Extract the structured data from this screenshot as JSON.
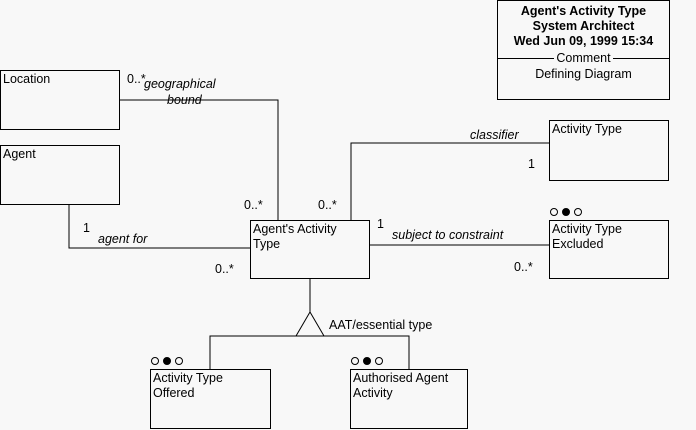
{
  "title_block": {
    "title": "Agent's Activity Type",
    "author": "System Architect",
    "date": "Wed Jun 09, 1999  15:34",
    "comment_label": "Comment",
    "comment": "Defining Diagram"
  },
  "entities": {
    "location": "Location",
    "agent": "Agent",
    "agents_activity_type_l1": "Agent's Activity",
    "agents_activity_type_l2": "Type",
    "activity_type": "Activity Type",
    "excluded_l1": "Activity Type",
    "excluded_l2": "Excluded",
    "offered_l1": "Activity Type",
    "offered_l2": "Offered",
    "authorised_l1": "Authorised Agent",
    "authorised_l2": "Activity"
  },
  "relationships": {
    "geographical_bound_l1": "geographical",
    "geographical_bound_l2": "bound",
    "agent_for": "agent for",
    "classifier": "classifier",
    "subject_to_constraint": "subject to constraint",
    "subtype": "AAT/essential type"
  },
  "cardinalities": {
    "location_end": "0..*",
    "aat_location_end": "0..*",
    "aat_classifier_end": "0..*",
    "agent_end": "1",
    "aat_agent_end": "0..*",
    "classifier_end": "1",
    "aat_constraint_end": "1",
    "excluded_end": "0..*"
  }
}
